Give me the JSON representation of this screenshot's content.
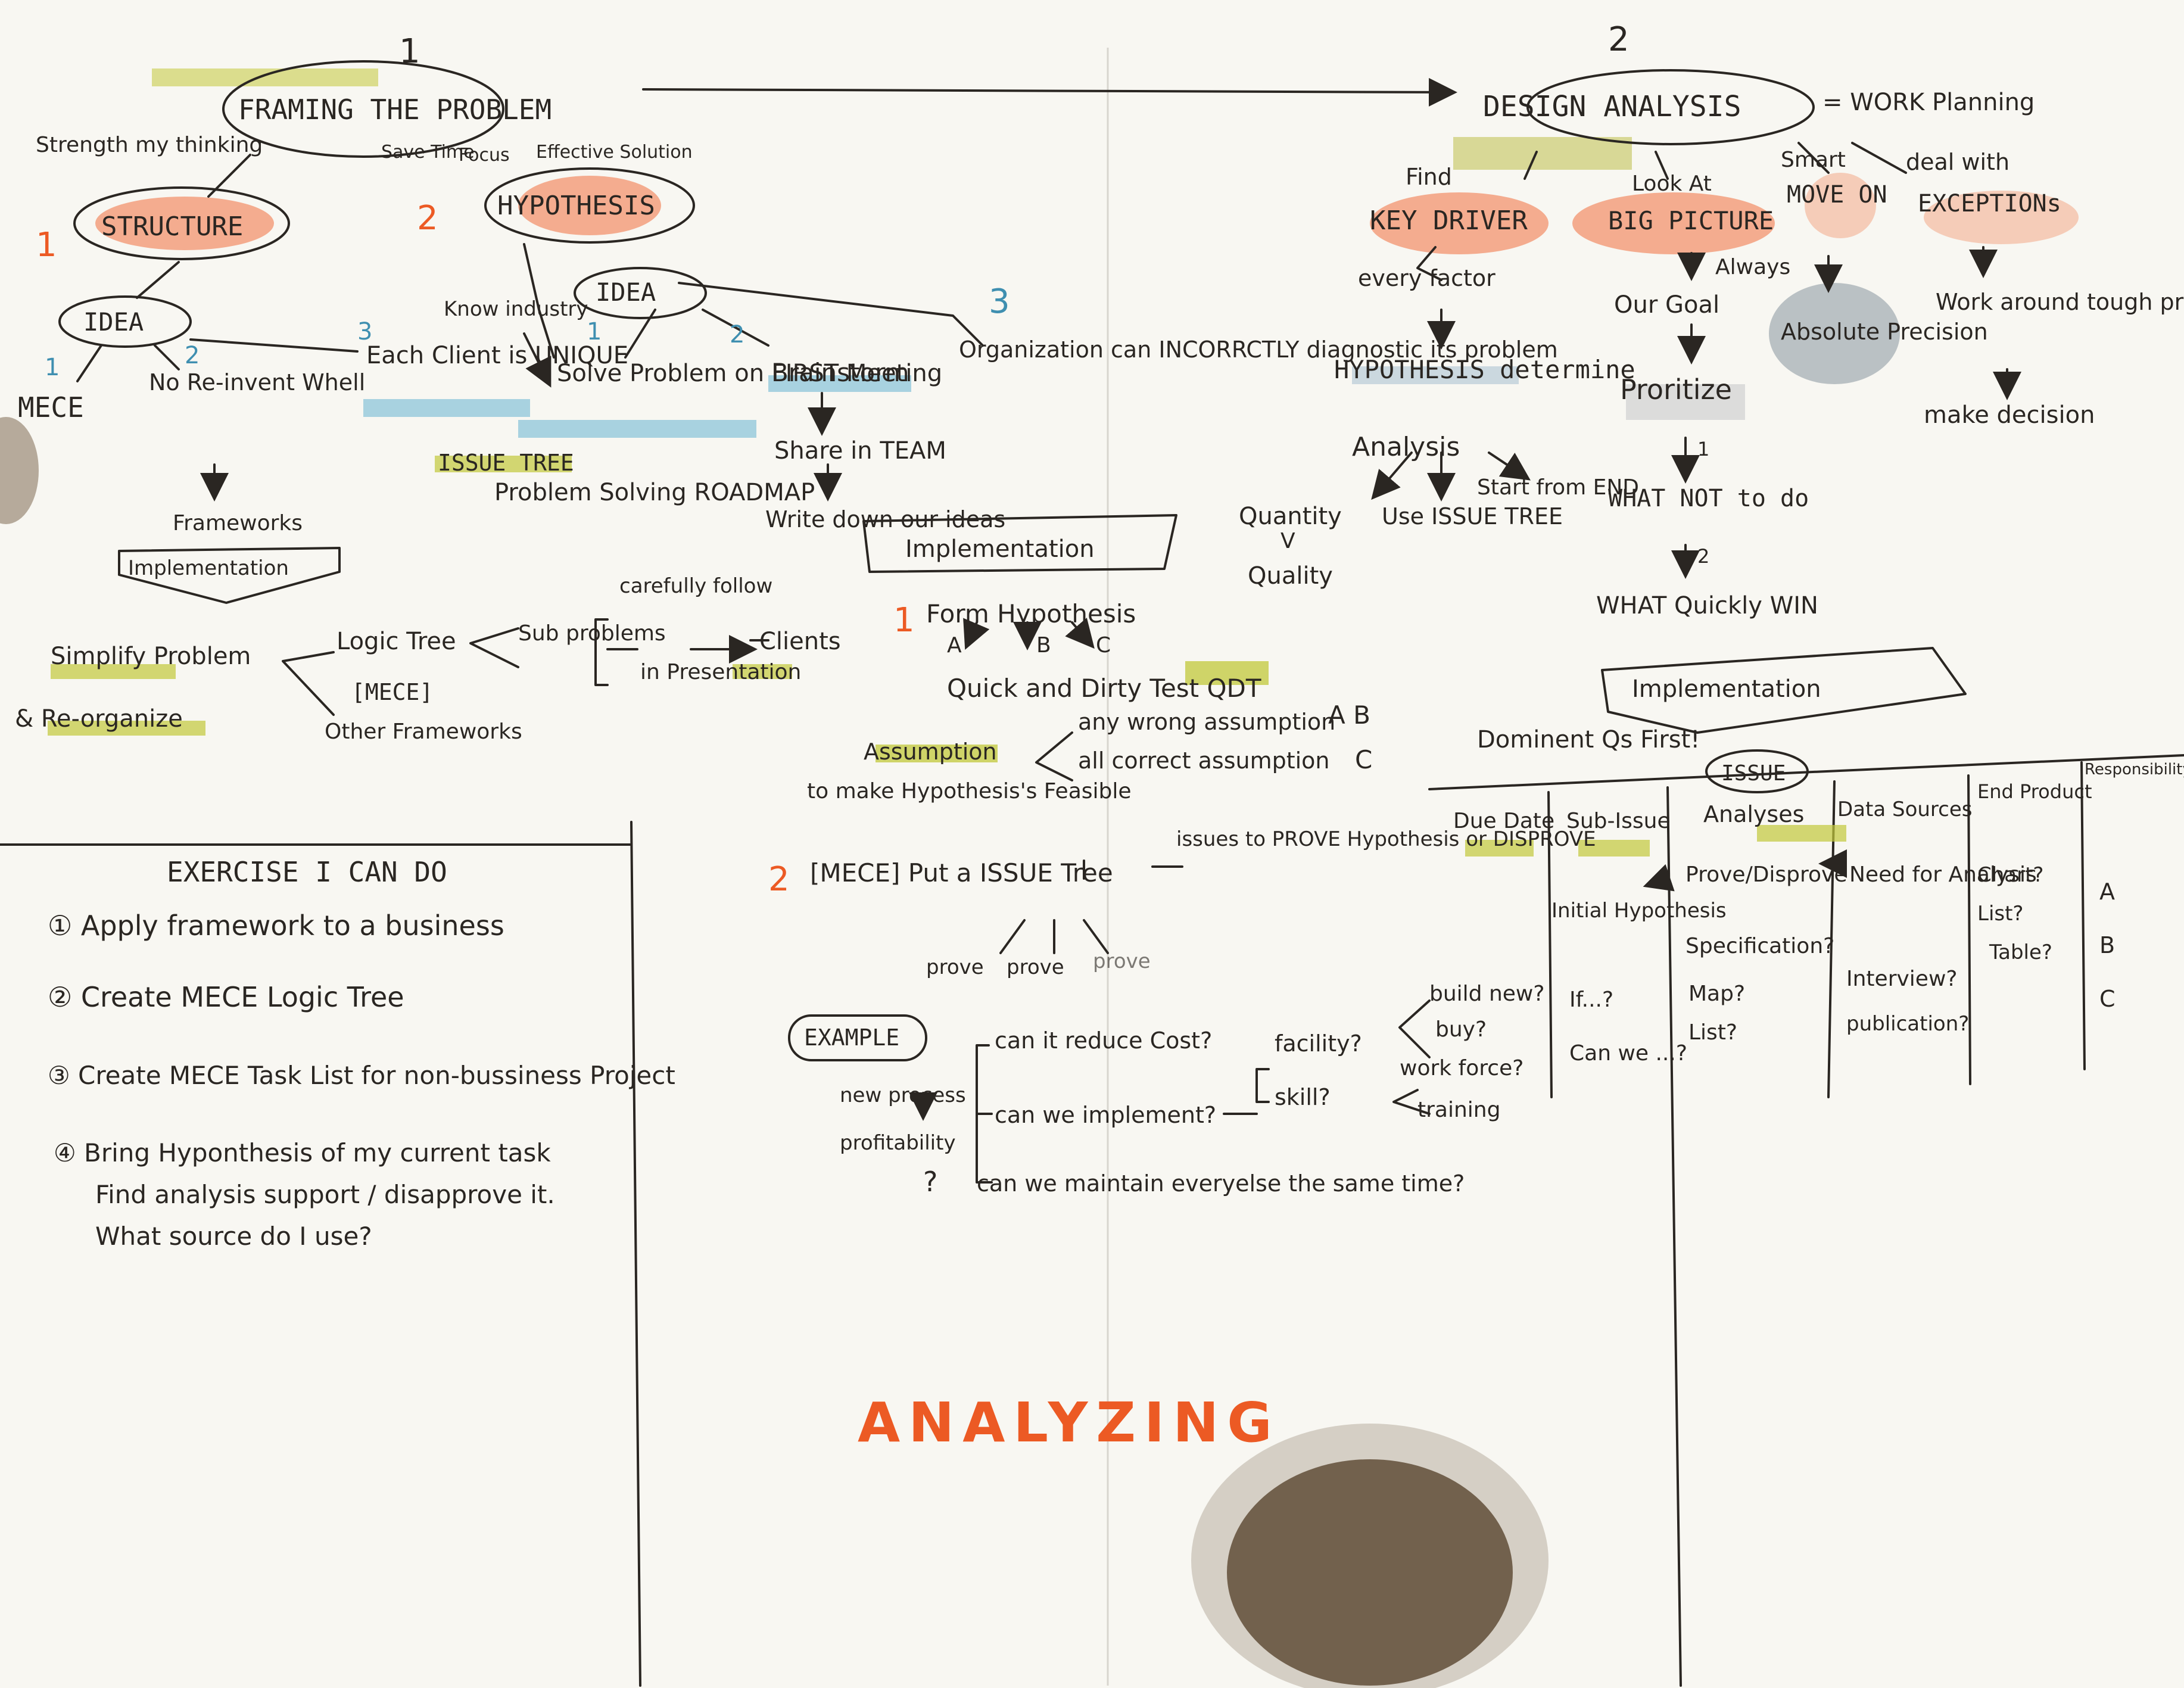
{
  "framing": {
    "number": "1",
    "strength": "Strength my thinking",
    "title": "FRAMING THE PROBLEM",
    "save_time": "Save Time",
    "focus": "Focus",
    "effective": "Effective Solution",
    "structure": {
      "number": "1",
      "label": "STRUCTURE"
    },
    "hypothesis": {
      "number": "2",
      "label": "HYPOTHESIS"
    },
    "idea_left": "IDEA",
    "mece": {
      "number": "1",
      "label": "MECE"
    },
    "no_reinvent": {
      "number": "2",
      "label": "No Re-invent Whell"
    },
    "frameworks": "Frameworks",
    "implementation": "Implementation",
    "simplify": "Simplify Problem",
    "reorganize": "& Re-organize",
    "logic_tree": "Logic Tree",
    "logic_mece": "[MECE]",
    "other_frameworks": "Other Frameworks",
    "sub_problems": "Sub problems",
    "carefully_follow": "carefully follow",
    "in_presentation": "in Presentation",
    "clients": "Clients",
    "know_industry": "Know industry",
    "idea_right": "IDEA",
    "each_client": {
      "number": "3",
      "label": "Each Client is UNIQUE"
    },
    "solve_problem": {
      "number": "1",
      "label": "Solve Problem on FIRST Meeting"
    },
    "issue_tree": "ISSUE TREE",
    "roadmap": "Problem Solving ROADMAP",
    "brainstorm": {
      "number": "2",
      "label": "Brainstorm"
    },
    "share_team": "Share in TEAM",
    "write_down": "Write down our ideas",
    "organization": {
      "number": "3",
      "label": "Organization can INCORRCTLY diagnostic its problem"
    }
  },
  "process": {
    "implementation": "Implementation",
    "step1_number": "1",
    "form_hypothesis": "Form Hypothesis",
    "hyp_a": "A",
    "hyp_b": "B",
    "hyp_c": "C",
    "quick_dirty": "Quick and Dirty Test QDT",
    "assumption": "Assumption",
    "feasible": "to make Hypothesis's Feasible",
    "wrong_assumption": "any wrong assumption",
    "wrong_result": "A B",
    "correct_assumption": "all correct assumption",
    "correct_result": "C",
    "step2_number": "2",
    "put_issue_tree": "[MECE] Put a ISSUE Tree",
    "issues_to": "issues to PROVE Hypothesis or DISPROVE",
    "prove": [
      "prove",
      "prove",
      "prove"
    ],
    "example": "EXAMPLE",
    "new_process": "new process",
    "profitability": "profitability",
    "question_mark": "?",
    "reduce_cost": "can it reduce Cost?",
    "implement": "can we implement?",
    "maintain": "can we maintain everyelse the same time?",
    "facility": "facility?",
    "skill": "skill?",
    "build_new": "build new?",
    "buy": "buy?",
    "work_force": "work force?",
    "training": "training"
  },
  "exercise": {
    "title": "EXERCISE I CAN DO",
    "items": [
      "① Apply framework to a business",
      "② Create MECE Logic Tree",
      "③ Create MECE Task List for non-bussiness Project",
      "④ Bring Hyponthesis of my current task"
    ],
    "item4_line2": "Find analysis support / disapprove it.",
    "item4_line3": "What source do I use?"
  },
  "design": {
    "number": "2",
    "title": "DESIGN ANALYSIS",
    "equals": "= WORK Planning",
    "find": "Find",
    "key_driver": "KEY DRIVER",
    "every_factor": "every factor",
    "hypothesis_determine": "HYPOTHESIS determine",
    "analysis": "Analysis",
    "quantity": "Quantity",
    "v": "V",
    "quality": "Quality",
    "use_issue_tree": "Use ISSUE TREE",
    "start_from_end": "Start from END",
    "look_at": "Look At",
    "big_picture": "BIG PICTURE",
    "always": "Always",
    "our_goal": "Our Goal",
    "prioritize": "Proritize",
    "step1": "1",
    "what_not": "WHAT NOT to do",
    "step2": "2",
    "what_quickly": "WHAT Quickly WIN",
    "smart": "Smart",
    "move_on": "MOVE ON",
    "absolute_precision": "Absolute Precision",
    "deal_with": "deal with",
    "exceptions": "EXCEPTIONs",
    "work_around": "Work around tough problem",
    "make_decision": "make decision",
    "implementation": "Implementation",
    "dominent": "Dominent Qs First!",
    "issue": "ISSUE"
  },
  "table": {
    "columns": [
      "Due Date",
      "Sub-Issue",
      "Analyses",
      "Data Sources",
      "End Product",
      "Responsibility Person"
    ],
    "sub_issue": [
      "Initial Hypothesis",
      "If...?",
      "Can we ...?"
    ],
    "analyses": [
      "Prove/Disprove",
      "Specification?",
      "Map?",
      "List?"
    ],
    "data_sources": [
      "Need for Analysis",
      "Interview?",
      "publication?"
    ],
    "end_product": [
      "Chart?",
      "List?",
      "Table?"
    ],
    "person": [
      "A",
      "B",
      "C"
    ]
  },
  "footer": {
    "analyzing": "ANALYZING"
  }
}
